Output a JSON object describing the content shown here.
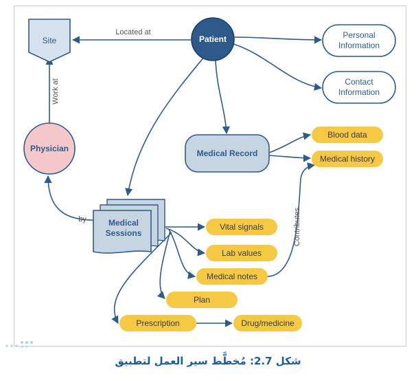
{
  "nodes": {
    "site": "Site",
    "patient": "Patient",
    "personal_line1": "Personal",
    "personal_line2": "Information",
    "contact_line1": "Contact",
    "contact_line2": "Information",
    "physician": "Physician",
    "medical_record": "Medical Record",
    "blood_data": "Blood data",
    "medical_history": "Medical history",
    "medical_sessions_line1": "Medical",
    "medical_sessions_line2": "Sessions",
    "vital_signals": "Vital signals",
    "lab_values": "Lab values",
    "medical_notes": "Medical notes",
    "plan": "Plan",
    "prescription": "Prescription",
    "drug_medicine": "Drug/medicine"
  },
  "edges": {
    "located_at": "Located at",
    "work_at": "Work at",
    "by": "by",
    "contributes": "Contributes"
  },
  "caption": "شكل 2.7: مُخطَّط سير العمل لتطبيق",
  "colors": {
    "edge": "#2e5a8c",
    "patient_fill": "#2d5a8a",
    "personal_fill": "#ffffff",
    "physician_fill": "#f5c8cc",
    "record_fill": "#c7d5e3",
    "pill_fill": "#f6c945",
    "caption": "#1a5aa8"
  }
}
